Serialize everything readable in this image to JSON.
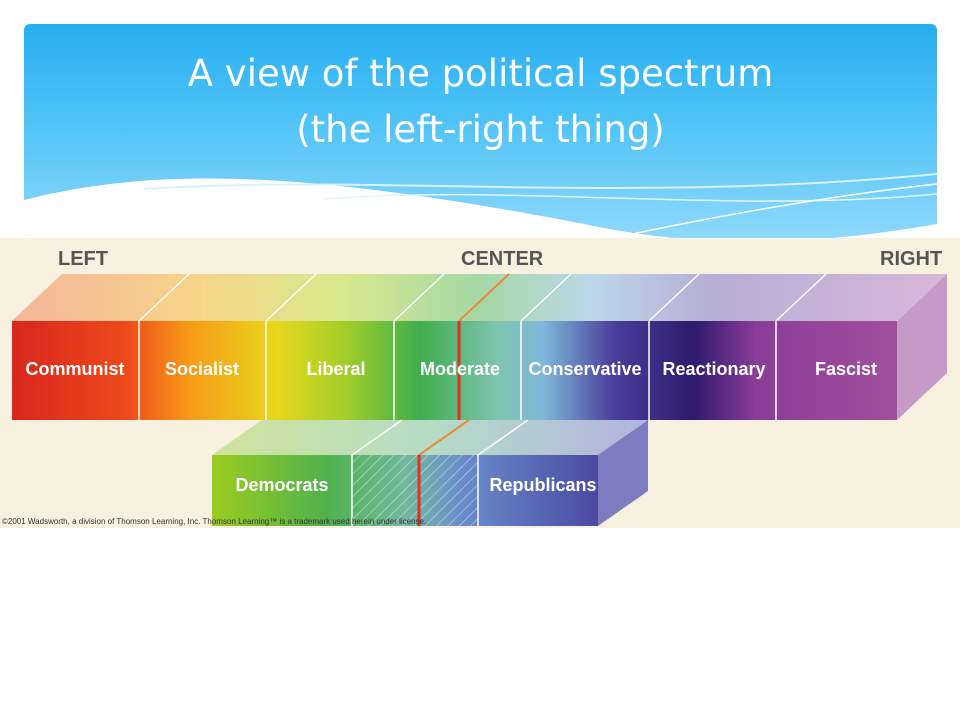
{
  "slide": {
    "title_line1": "A view of the political spectrum",
    "title_line2": "(the left-right thing)"
  },
  "diagram": {
    "axis_labels": {
      "left": "LEFT",
      "center": "CENTER",
      "right": "RIGHT"
    },
    "top_row": [
      "Communist",
      "Socialist",
      "Liberal",
      "Moderate",
      "Conservative",
      "Reactionary",
      "Fascist"
    ],
    "bottom_row": {
      "left": "Democrats",
      "right": "Republicans"
    },
    "credit": "©2001 Wadsworth, a division of Thomson Learning, Inc. Thomson Learning™ is a trademark used herein under license."
  },
  "colors": {
    "header_top": "#27aef0",
    "center_line": "#e53020",
    "diagram_bg": "#f8f1df"
  }
}
